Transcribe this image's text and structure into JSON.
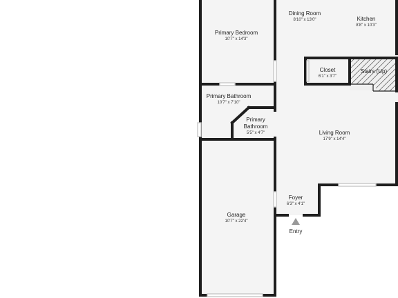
{
  "rooms": {
    "dining_room": {
      "name": "Dining Room",
      "dim": "8'10\" x 13'0\""
    },
    "kitchen": {
      "name": "Kitchen",
      "dim": "8'8\" x 10'3\""
    },
    "primary_bedroom": {
      "name": "Primary Bedroom",
      "dim": "10'7\" x 14'3\""
    },
    "closet": {
      "name": "Closet",
      "dim": "6'1\" x 3'7\""
    },
    "stairs": {
      "name": "Stairs (Up)"
    },
    "primary_bathroom_main": {
      "name": "Primary Bathroom",
      "dim": "10'7\" x 7'10\""
    },
    "primary_bathroom_small": {
      "name_line1": "Primary",
      "name_line2": "Bathroom",
      "dim": "5'5\" x 4'7\""
    },
    "living_room": {
      "name": "Living Room",
      "dim": "17'9\" x 14'4\""
    },
    "foyer": {
      "name": "Foyer",
      "dim": "6'3\" x 4'1\""
    },
    "garage": {
      "name": "Garage",
      "dim": "10'7\" x 22'4\""
    }
  },
  "entry": {
    "label": "Entry"
  },
  "colors": {
    "floor": "#f4f4f4",
    "wall": "#1e1e1e",
    "background": "#ffffff"
  }
}
